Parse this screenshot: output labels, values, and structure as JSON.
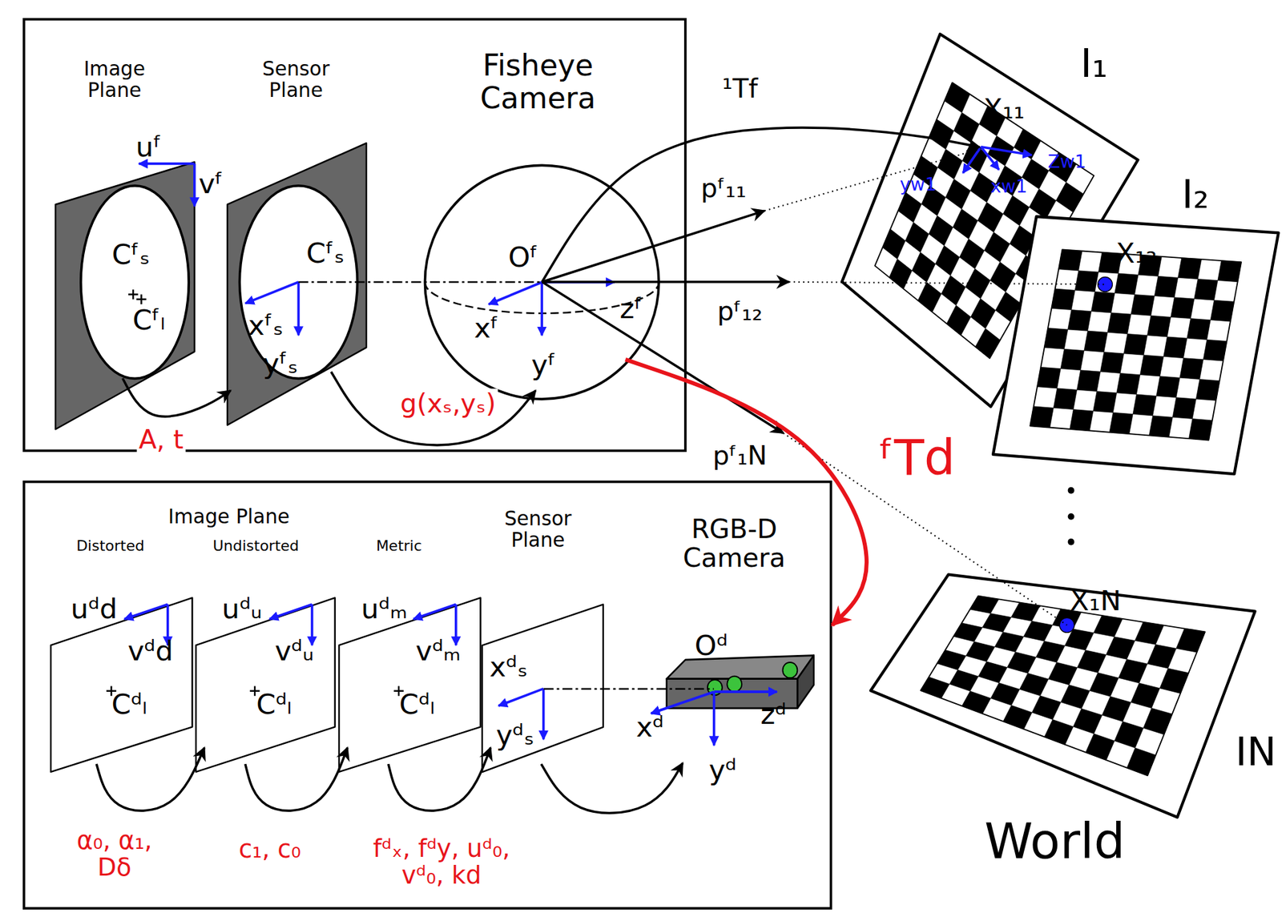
{
  "diagram": {
    "nodes": [
      {
        "text": [
          "Fisheye Camera"
        ]
      },
      {
        "text": [
          "Image Plane",
          "uᶠ",
          "vᶠ",
          "Cᶠₛ",
          "Cᶠₗ"
        ],
        "in": 0
      },
      {
        "text": [
          "Sensor Plane",
          "Cᶠₛ",
          "xᶠₛ",
          "yᶠₛ"
        ],
        "in": 0
      },
      {
        "text": [
          "Oᶠ",
          "xᶠ",
          "yᶠ",
          "zᶠ"
        ],
        "in": 0
      },
      {
        "text": [
          "I₁",
          "X₁₁",
          "Zw1",
          "yw1",
          "xw1"
        ]
      },
      {
        "text": [
          "I₂",
          "X₁₂"
        ]
      },
      {
        "text": [
          "X₁N",
          "IN"
        ]
      },
      {
        "text": [
          "RGB-D Camera"
        ]
      },
      {
        "text": [
          "Distorted",
          "uᵈd",
          "vᵈd",
          "Cᵈₗ"
        ],
        "in": 7
      },
      {
        "text": [
          "Undistorted",
          "uᵈᵤ",
          "vᵈᵤ",
          "Cᵈₗ"
        ],
        "in": 7
      },
      {
        "text": [
          "Metric",
          "uᵈₘ",
          "vᵈₘ",
          "Cᵈₗ"
        ],
        "in": 7
      },
      {
        "text": [
          "Sensor Plane",
          "xᵈₛ",
          "yᵈₛ"
        ],
        "in": 7
      },
      {
        "text": [
          "Oᵈ",
          "xᵈ",
          "yᵈ",
          "zᵈ"
        ],
        "in": 7
      }
    ],
    "edges": [
      {
        "from": 1,
        "to": 2,
        "label": "A, t",
        "arrow": "to"
      },
      {
        "from": 2,
        "to": 3,
        "label": "g(xₛ,yₛ)",
        "arrow": "to"
      },
      {
        "from": 3,
        "to": 4,
        "label": "¹Tf",
        "arrow": "to"
      },
      {
        "from": 3,
        "to": 4,
        "label": "pᶠ₁₁",
        "arrow": "to"
      },
      {
        "from": 3,
        "to": 5,
        "label": "pᶠ₁₂",
        "arrow": "to"
      },
      {
        "from": 3,
        "to": 6,
        "label": "pᶠ₁N",
        "arrow": "to"
      },
      {
        "from": 3,
        "to": 7,
        "label": "ᶠTd",
        "arrow": "to"
      },
      {
        "from": 8,
        "to": 9,
        "label": "α₀, α₁, Dδ",
        "arrow": "to"
      },
      {
        "from": 9,
        "to": 10,
        "label": "c₁, c₀",
        "arrow": "to"
      },
      {
        "from": 10,
        "to": 11,
        "label": "fᵈₓ, fᵈy, uᵈ₀, vᵈ₀, kd",
        "arrow": "to"
      },
      {
        "from": 11,
        "to": 12,
        "arrow": "to"
      }
    ],
    "labels": [
      "Image Plane",
      "World"
    ]
  }
}
